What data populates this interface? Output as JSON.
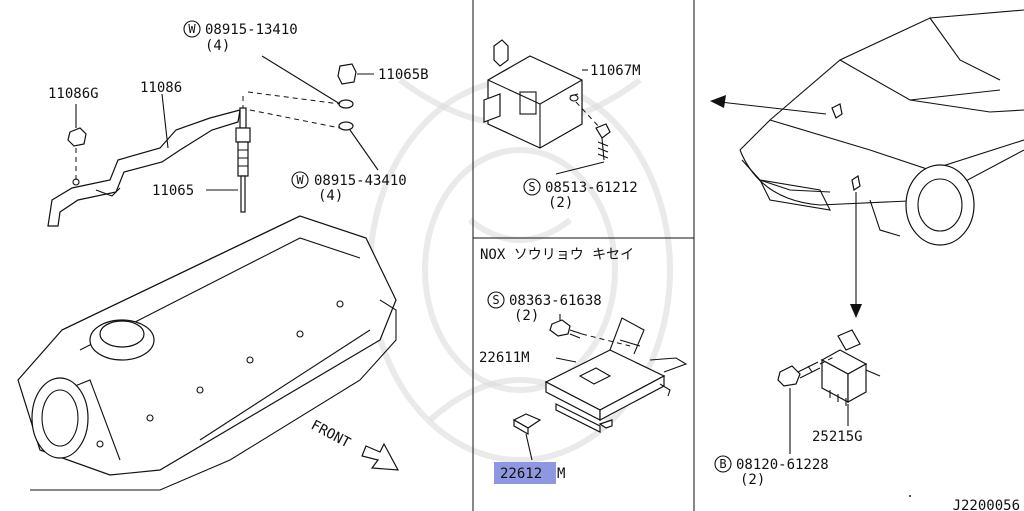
{
  "diagram": {
    "code": "J2200056",
    "front_label": "FRONT",
    "section_title": "NOX ソウリョウ キセイ",
    "highlight_color": "#8f97e0",
    "parts": {
      "w_08915_13410": {
        "prefix": "W",
        "number": "08915-13410",
        "qty": "(4)"
      },
      "p_11065B": "11065B",
      "p_11086G": "11086G",
      "p_11086": "11086",
      "p_11065": "11065",
      "w_08915_43410": {
        "prefix": "W",
        "number": "08915-43410",
        "qty": "(4)"
      },
      "p_11067M": "11067M",
      "s_08513_61212": {
        "prefix": "S",
        "number": "08513-61212",
        "qty": "(2)"
      },
      "s_08363_61638": {
        "prefix": "S",
        "number": "08363-61638",
        "qty": "(2)"
      },
      "p_22611M": "22611M",
      "p_22612M": {
        "highlighted": "22612",
        "rest": "M"
      },
      "p_25215G": "25215G",
      "b_08120_61228": {
        "prefix": "B",
        "number": "08120-61228",
        "qty": "(2)"
      }
    }
  }
}
